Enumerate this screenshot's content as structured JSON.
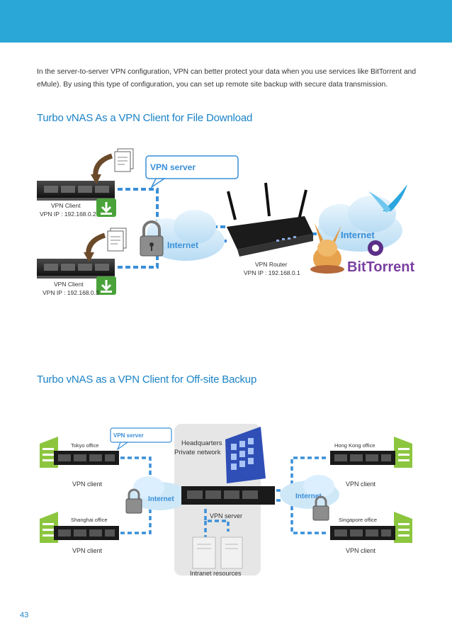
{
  "header": {
    "title": ""
  },
  "intro": "In the server-to-server VPN configuration, VPN can better protect your data when you use services like BitTorrent and eMule). By using this type of configuration, you can set up remote site backup with secure data transmission.",
  "section1": {
    "title": "Turbo vNAS As a VPN Client for File Download",
    "vpn_server_label": "VPN server",
    "client1_name": "VPN Client",
    "client1_ip": "VPN IP : 192.168.0.2",
    "client2_name": "VPN Client",
    "client2_ip": "VPN IP : 192.168.0.3",
    "internet_left": "Internet",
    "internet_right": "Internet",
    "router_name": "VPN Router",
    "router_ip": "VPN IP : 192.168.0.1",
    "bittorrent": "BitTorrent"
  },
  "section2": {
    "title": "Turbo vNAS as a VPN Client for Off-site Backup",
    "vpn_server_label": "VPN server",
    "hq_line1": "Headquarters",
    "hq_line2": "Private network",
    "tokyo": "Tokyo office",
    "shanghai": "Shanghai office",
    "hongkong": "Hong Kong office",
    "singapore": "Singapore office",
    "client_tl": "VPN client",
    "client_bl": "VPN client",
    "client_tr": "VPN client",
    "client_br": "VPN client",
    "internet_left": "Internet",
    "internet_right": "Internet",
    "center_server": "VPN server",
    "intranet": "Intranet resources"
  },
  "page_number": "43",
  "colors": {
    "band": "#2aa7d6",
    "title": "#1b83c6",
    "link": "#3a8fd8",
    "building": "#8cc63f",
    "hq": "#3a5fc8"
  }
}
